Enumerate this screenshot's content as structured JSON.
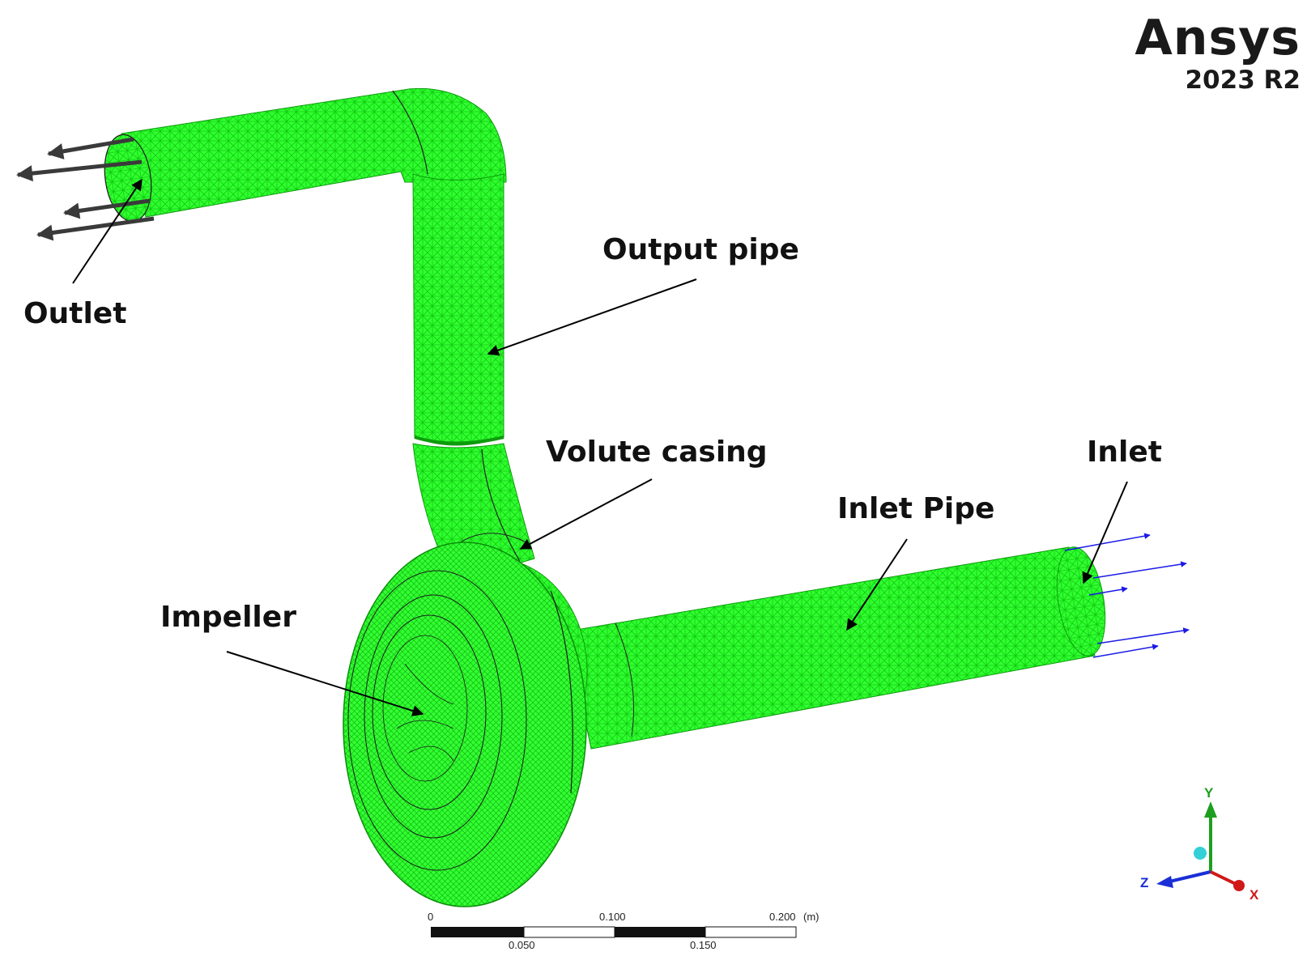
{
  "brand": {
    "name": "Ansys",
    "version": "2023 R2"
  },
  "labels": {
    "outlet": "Outlet",
    "output_pipe": "Output pipe",
    "volute_casing": "Volute casing",
    "inlet": "Inlet",
    "inlet_pipe": "Inlet Pipe",
    "impeller": "Impeller"
  },
  "scale_bar": {
    "top_ticks": [
      "0",
      "0.100",
      "0.200"
    ],
    "unit": "(m)",
    "bottom_ticks": [
      "0.050",
      "0.150"
    ]
  },
  "axes": {
    "y": "Y",
    "z": "Z",
    "x": "X"
  },
  "colors": {
    "mesh": "#2fff2f",
    "mesh_line": "#12c812",
    "outlet_arrows": "#3a3a3a",
    "inlet_arrows": "#1a1ae6",
    "axis_y": "#1e9e1e",
    "axis_z": "#1a2fd6",
    "axis_x": "#d01818",
    "axis_origin_ball": "#34d0d8"
  }
}
